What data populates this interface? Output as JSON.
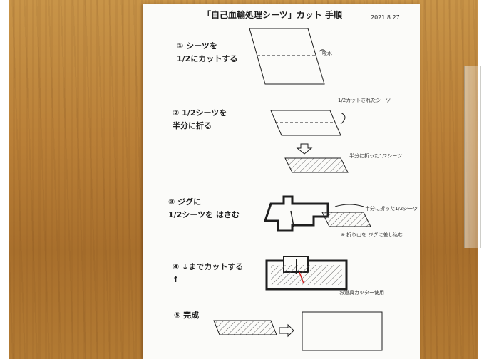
{
  "document": {
    "title": "「自己血輸処理シーツ」カット 手順",
    "date": "2021.8.27"
  },
  "steps": [
    {
      "line1": "① シーツを",
      "line2": "1/2にカットする"
    },
    {
      "line1": "② 1/2シーツを",
      "line2": "半分に折る"
    },
    {
      "line1": "③ ジグに",
      "line2": "1/2シーツを はさむ"
    },
    {
      "line1": "④ ↓までカットする",
      "line2": "↑"
    },
    {
      "line1": "⑤ 完成",
      "line2": ""
    }
  ],
  "annotations": {
    "step1": "吸水",
    "step2_top": "1/2カットされたシーツ",
    "step2_bottom": "半分に折った1/2シーツ",
    "step3_right": "半分に折った1/2シーツ",
    "step3_bottom": "※ 折り山を ジグに差し込む",
    "step4": "お道具カッター使用"
  },
  "colors": {
    "table": "#b8803a",
    "paper": "#fbfbf9",
    "ink": "#1e1e1e",
    "mark": "#d22020"
  }
}
